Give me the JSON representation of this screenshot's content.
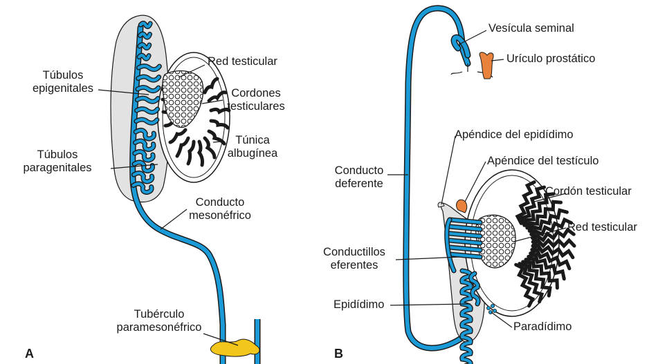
{
  "colors": {
    "duct": "#1a9ad6",
    "dark": "#1a1a1a",
    "gland": "#e2e2e2",
    "orange": "#e8823c",
    "yellow": "#f2c61a"
  },
  "panels": {
    "a": "A",
    "b": "B"
  },
  "labels_a": {
    "red_testicular": "Red testicular",
    "tubulos_epi_1": "Túbulos",
    "tubulos_epi_2": "epigenitales",
    "cordones_1": "Cordones",
    "cordones_2": "testiculares",
    "tunica_1": "Túnica",
    "tunica_2": "albugínea",
    "tubulos_para_1": "Túbulos",
    "tubulos_para_2": "paragenitales",
    "conducto_meso_1": "Conducto",
    "conducto_meso_2": "mesonéfrico",
    "tuberculo_1": "Tubérculo",
    "tuberculo_2": "paramesonéfrico"
  },
  "labels_b": {
    "vesicula": "Vesícula seminal",
    "utriculo": "Urículo prostático",
    "apendice_epi": "Apéndice del epidídimo",
    "apendice_test": "Apéndice del testículo",
    "conducto_def_1": "Conducto",
    "conducto_def_2": "deferente",
    "cordon": "Cordón testicular",
    "red_testicular": "Red testicular",
    "conductillos_1": "Conductillos",
    "conductillos_2": "eferentes",
    "epididimo": "Epidídimo",
    "paradidimo": "Paradídimo"
  }
}
